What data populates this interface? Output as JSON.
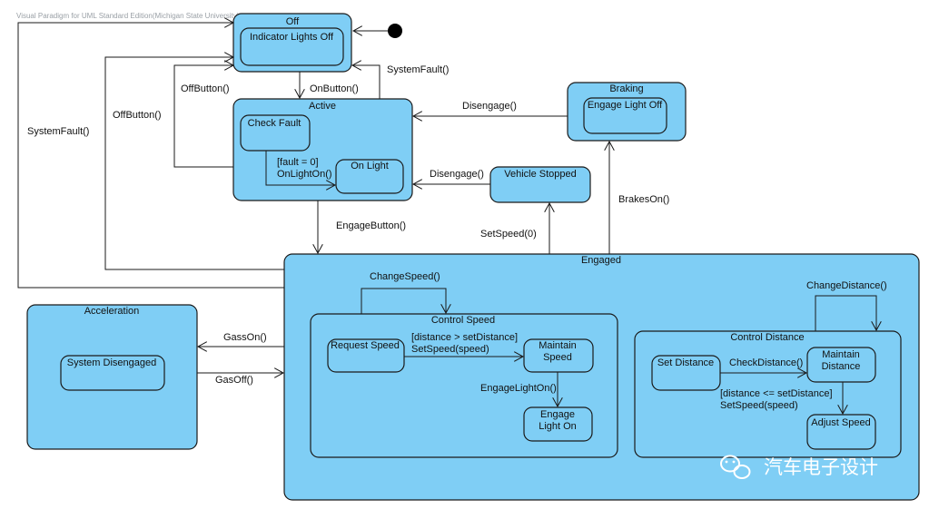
{
  "watermark": "Visual Paradigm for UML Standard Edition(Michigan State University)",
  "states": {
    "off": "Off",
    "indicator_lights_off": "Indicator Lights Off",
    "active": "Active",
    "check_fault": "Check Fault",
    "on_light": "On Light",
    "braking": "Braking",
    "engage_light_off": "Engage Light Off",
    "vehicle_stopped": "Vehicle Stopped",
    "engaged": "Engaged",
    "control_speed": "Control Speed",
    "request_speed": "Request Speed",
    "maintain_speed": [
      "Maintain",
      "Speed"
    ],
    "engage_light_on": [
      "Engage",
      "Light On"
    ],
    "control_distance": "Control Distance",
    "set_distance": "Set Distance",
    "maintain_distance": [
      "Maintain",
      "Distance"
    ],
    "adjust_speed": "Adjust Speed",
    "acceleration": "Acceleration",
    "system_disengaged": "System Disengaged"
  },
  "transitions": {
    "on_button": "OnButton()",
    "system_fault_1": "SystemFault()",
    "system_fault_2": "SystemFault()",
    "off_button_1": "OffButton()",
    "off_button_2": "OffButton()",
    "disengage_1": "Disengage()",
    "disengage_2": "Disengage()",
    "fault_guard": [
      "[fault = 0]",
      "OnLightOn()"
    ],
    "engage_button": "EngageButton()",
    "set_speed_zero": "SetSpeed(0)",
    "brakes_on": "BrakesOn()",
    "change_speed": "ChangeSpeed()",
    "change_distance": "ChangeDistance()",
    "gass_on": "GassOn()",
    "gas_off": "GasOff()",
    "distance_guard": [
      "[distance > setDistance]",
      "SetSpeed(speed)"
    ],
    "engage_light_on_event": "EngageLightOn()",
    "check_distance": "CheckDistance()",
    "distance_guard_2": [
      "[distance <= setDistance]",
      "SetSpeed(speed)"
    ]
  },
  "logo": {
    "text": "汽车电子设计",
    "icon": "wechat-icon"
  },
  "colors": {
    "state_fill": "#7fcef5",
    "stroke": "#1a1a1a",
    "background": "#ffffff"
  }
}
